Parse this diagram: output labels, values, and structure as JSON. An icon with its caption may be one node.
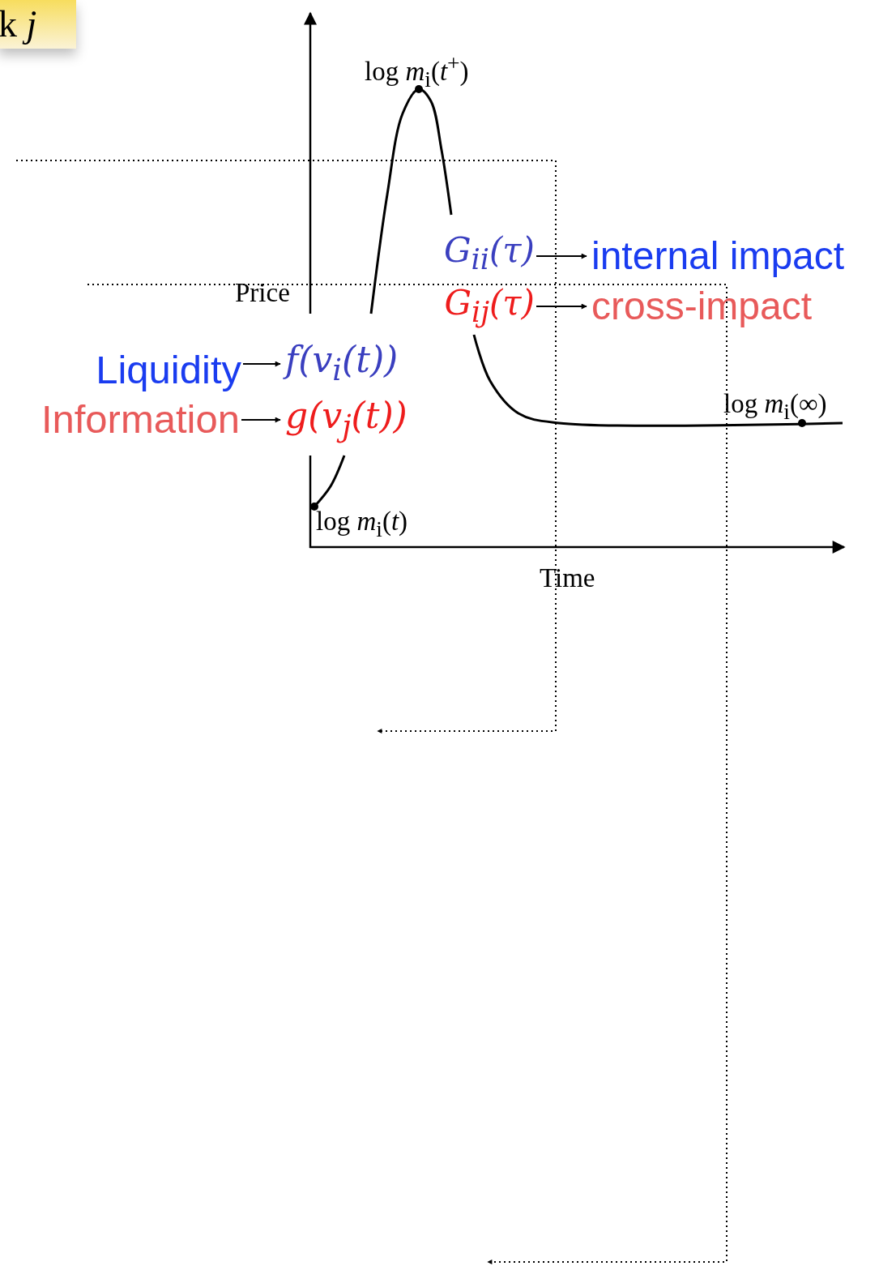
{
  "diagram": {
    "nodes": [
      {
        "text": [
          "k *j*"
        ]
      },
      {
        "text": [
          "Liquidity"
        ]
      },
      {
        "text": [
          "f(v$_{i}$(t))"
        ]
      },
      {
        "text": [
          "Information"
        ]
      },
      {
        "text": [
          "g(v$_{j}$(t))"
        ]
      },
      {
        "text": [
          "G$_{ii}$(τ)"
        ]
      },
      {
        "text": [
          "internal impact"
        ]
      },
      {
        "text": [
          "G$_{ij}$(τ)"
        ]
      },
      {
        "text": [
          "cross-impact"
        ]
      }
    ],
    "edges": [
      {
        "from": 1,
        "to": 2,
        "arrow": "to"
      },
      {
        "from": 3,
        "to": 4,
        "arrow": "to"
      },
      {
        "from": 5,
        "to": 6,
        "arrow": "to"
      },
      {
        "from": 7,
        "to": 8,
        "arrow": "to"
      }
    ],
    "labels": [
      "log *m*$_{i}$(*t*$^{+}$)",
      "Price",
      "log *m*$_{i}$(∞)",
      "log *m*$_{i}$(*t*)",
      "Time"
    ]
  }
}
